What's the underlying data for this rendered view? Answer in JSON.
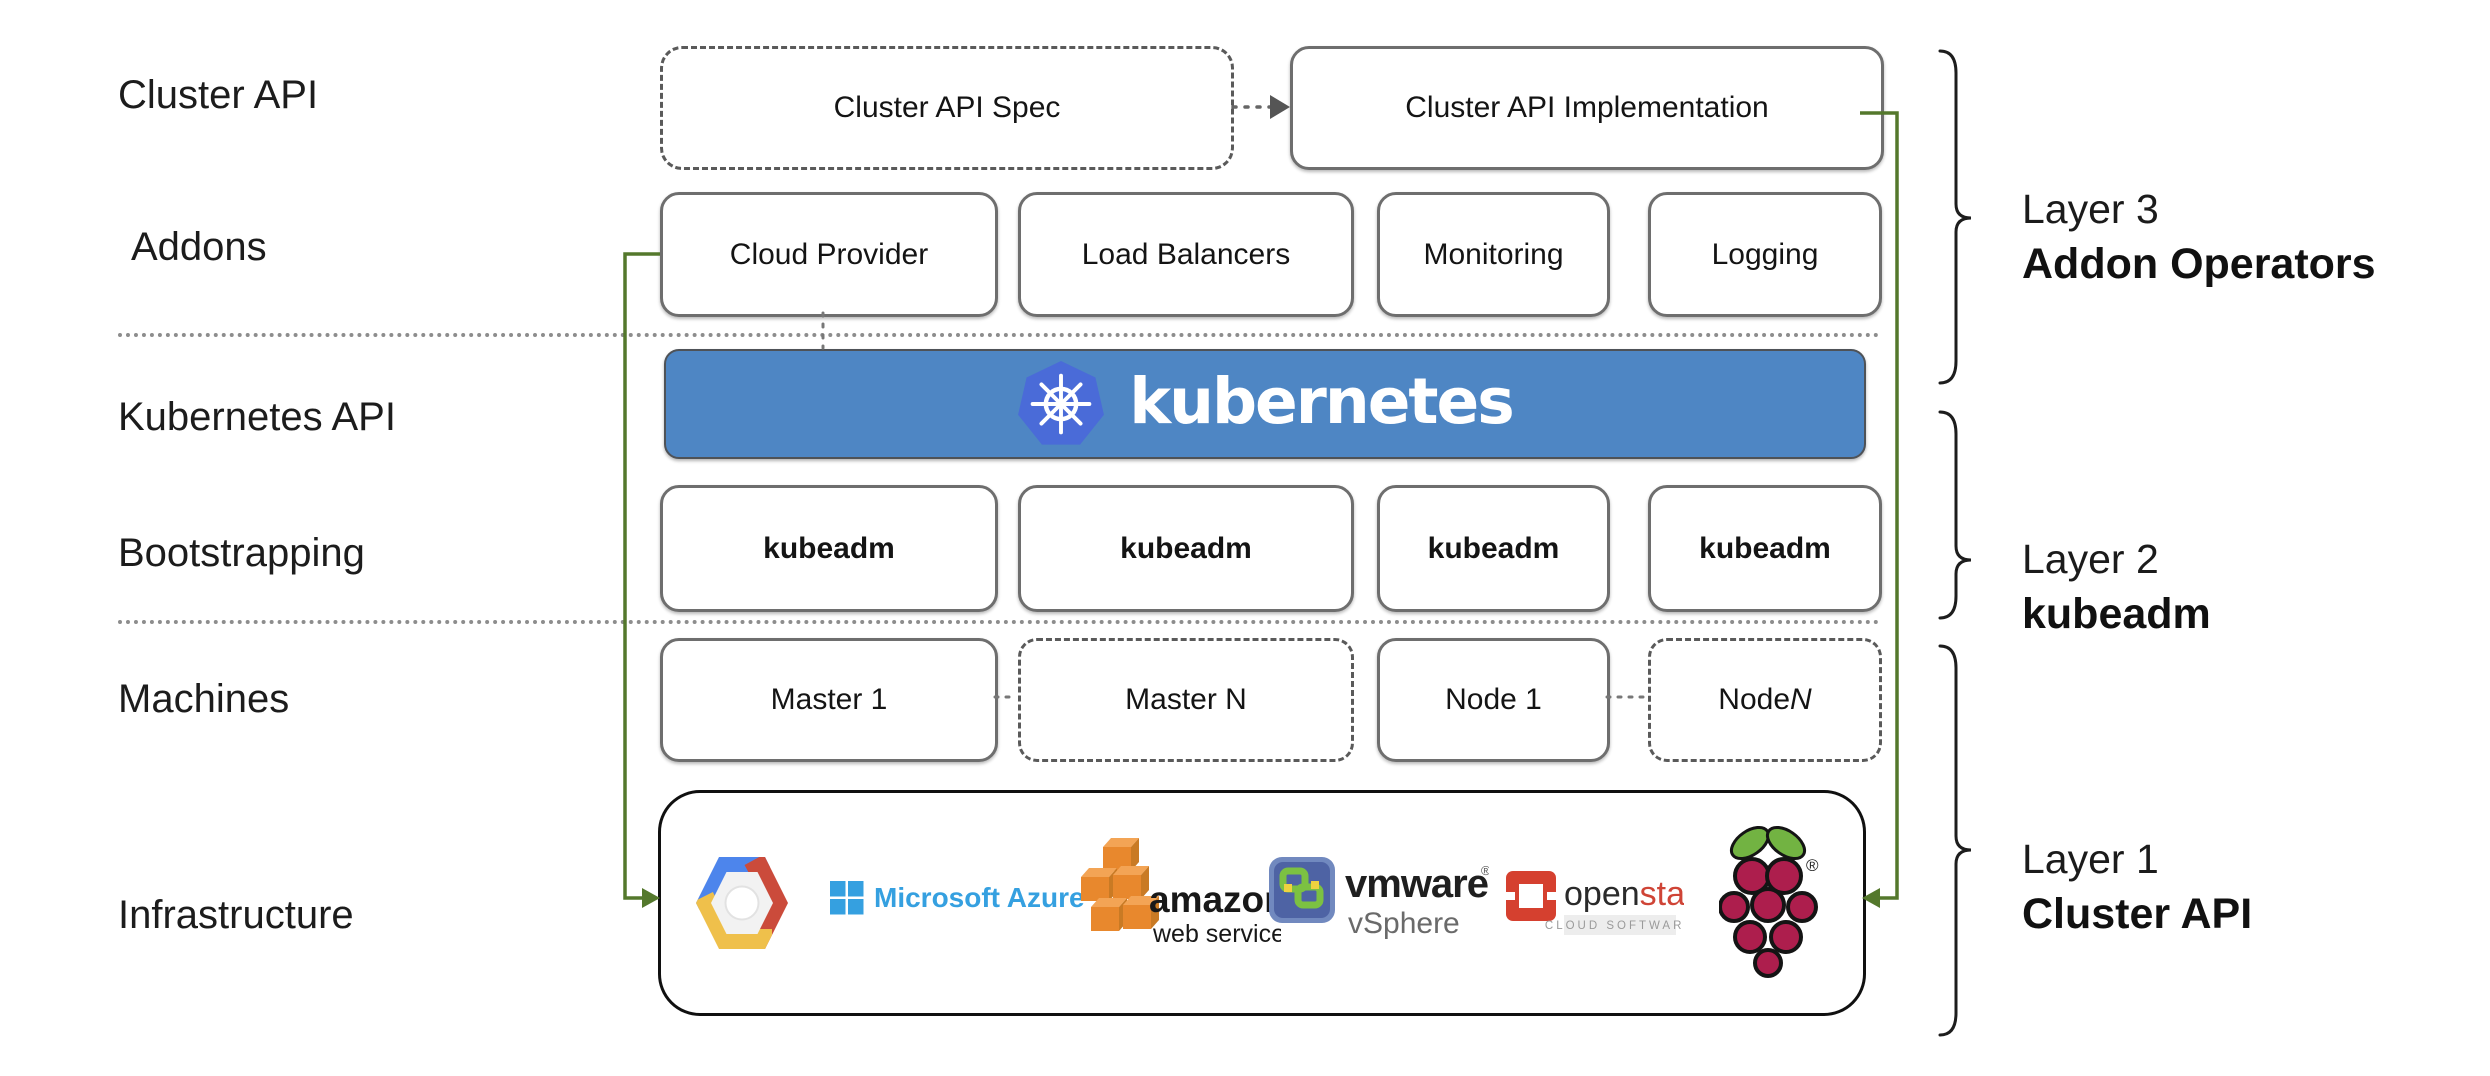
{
  "colors": {
    "green-line": "#54782c",
    "banner-blue": "#4e86c4",
    "k8s-logo-blue": "#4a6bd8",
    "azure-blue": "#35a0e0",
    "aws-orange": "#e8882d",
    "openstack-red": "#d5402f",
    "raspberry-red": "#ad1e4d",
    "leaf-green": "#72b342",
    "gcp-blue": "#4d85ec",
    "gcp-red": "#cb4b3b",
    "gcp-yellow": "#efc04b"
  },
  "left_labels": [
    "Cluster API",
    "Addons",
    "Kubernetes API",
    "Bootstrapping",
    "Machines",
    "Infrastructure"
  ],
  "cluster_api_row": {
    "spec_label": "Cluster API Spec",
    "impl_label": "Cluster API Implementation"
  },
  "addons_row": [
    "Cloud Provider",
    "Load Balancers",
    "Monitoring",
    "Logging"
  ],
  "kubernetes_banner": {
    "wordmark": "kubernetes"
  },
  "bootstrapping_row": [
    "kubeadm",
    "kubeadm",
    "kubeadm",
    "kubeadm"
  ],
  "machines_row": [
    {
      "text": "Master 1",
      "n": ""
    },
    {
      "text": "Master N",
      "n": ""
    },
    {
      "text": "Node 1",
      "n": ""
    },
    {
      "text": "Node ",
      "n": "N"
    }
  ],
  "infrastructure": {
    "azure": {
      "text": "Microsoft Azure"
    },
    "aws": {
      "line1": "amazon",
      "line2": "web services"
    },
    "vmware": {
      "line1": "vmware",
      "reg": "®",
      "line2": "vSphere"
    },
    "openstack": {
      "word_black": "open",
      "word_red": "stack",
      "tm": "™",
      "subtitle": "CLOUD SOFTWARE"
    },
    "raspberry": {
      "reg": "®"
    }
  },
  "layers": [
    {
      "name": "Layer 3",
      "sub": "Addon Operators"
    },
    {
      "name": "Layer 2",
      "sub": "kubeadm"
    },
    {
      "name": "Layer 1",
      "sub": "Cluster API"
    }
  ],
  "icons": {
    "kubernetes": "kubernetes-wheel-icon",
    "google_cloud": "google-cloud-icon",
    "microsoft_azure": "azure-windows-icon",
    "aws": "aws-cubes-icon",
    "vmware": "vmware-icon",
    "openstack": "openstack-icon",
    "raspberry_pi": "raspberry-pi-icon"
  }
}
